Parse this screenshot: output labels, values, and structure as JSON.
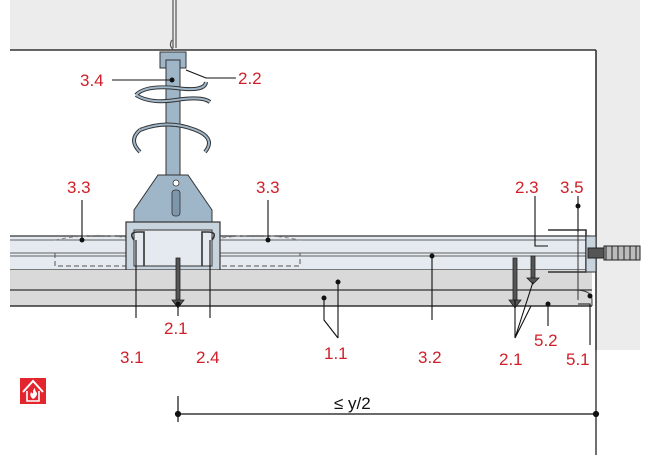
{
  "labels": {
    "l_3_4": "3.4",
    "l_2_2": "2.2",
    "l_3_3_left": "3.3",
    "l_3_3_right": "3.3",
    "l_2_3": "2.3",
    "l_3_5": "3.5",
    "l_3_1": "3.1",
    "l_2_1_left": "2.1",
    "l_2_4": "2.4",
    "l_1_1": "1.1",
    "l_3_2": "3.2",
    "l_2_1_right": "2.1",
    "l_5_2": "5.2",
    "l_5_1": "5.1"
  },
  "dimension": {
    "text": "≤ y/2"
  },
  "icons": {
    "fire": "fire-protection-icon"
  },
  "colors": {
    "label": "#d0202a",
    "hanger": "#9fb5c8",
    "board": "#d9d9d9",
    "profile": "#e4eaef",
    "ceiling": "#ececec",
    "fire_icon": "#e3262e"
  }
}
